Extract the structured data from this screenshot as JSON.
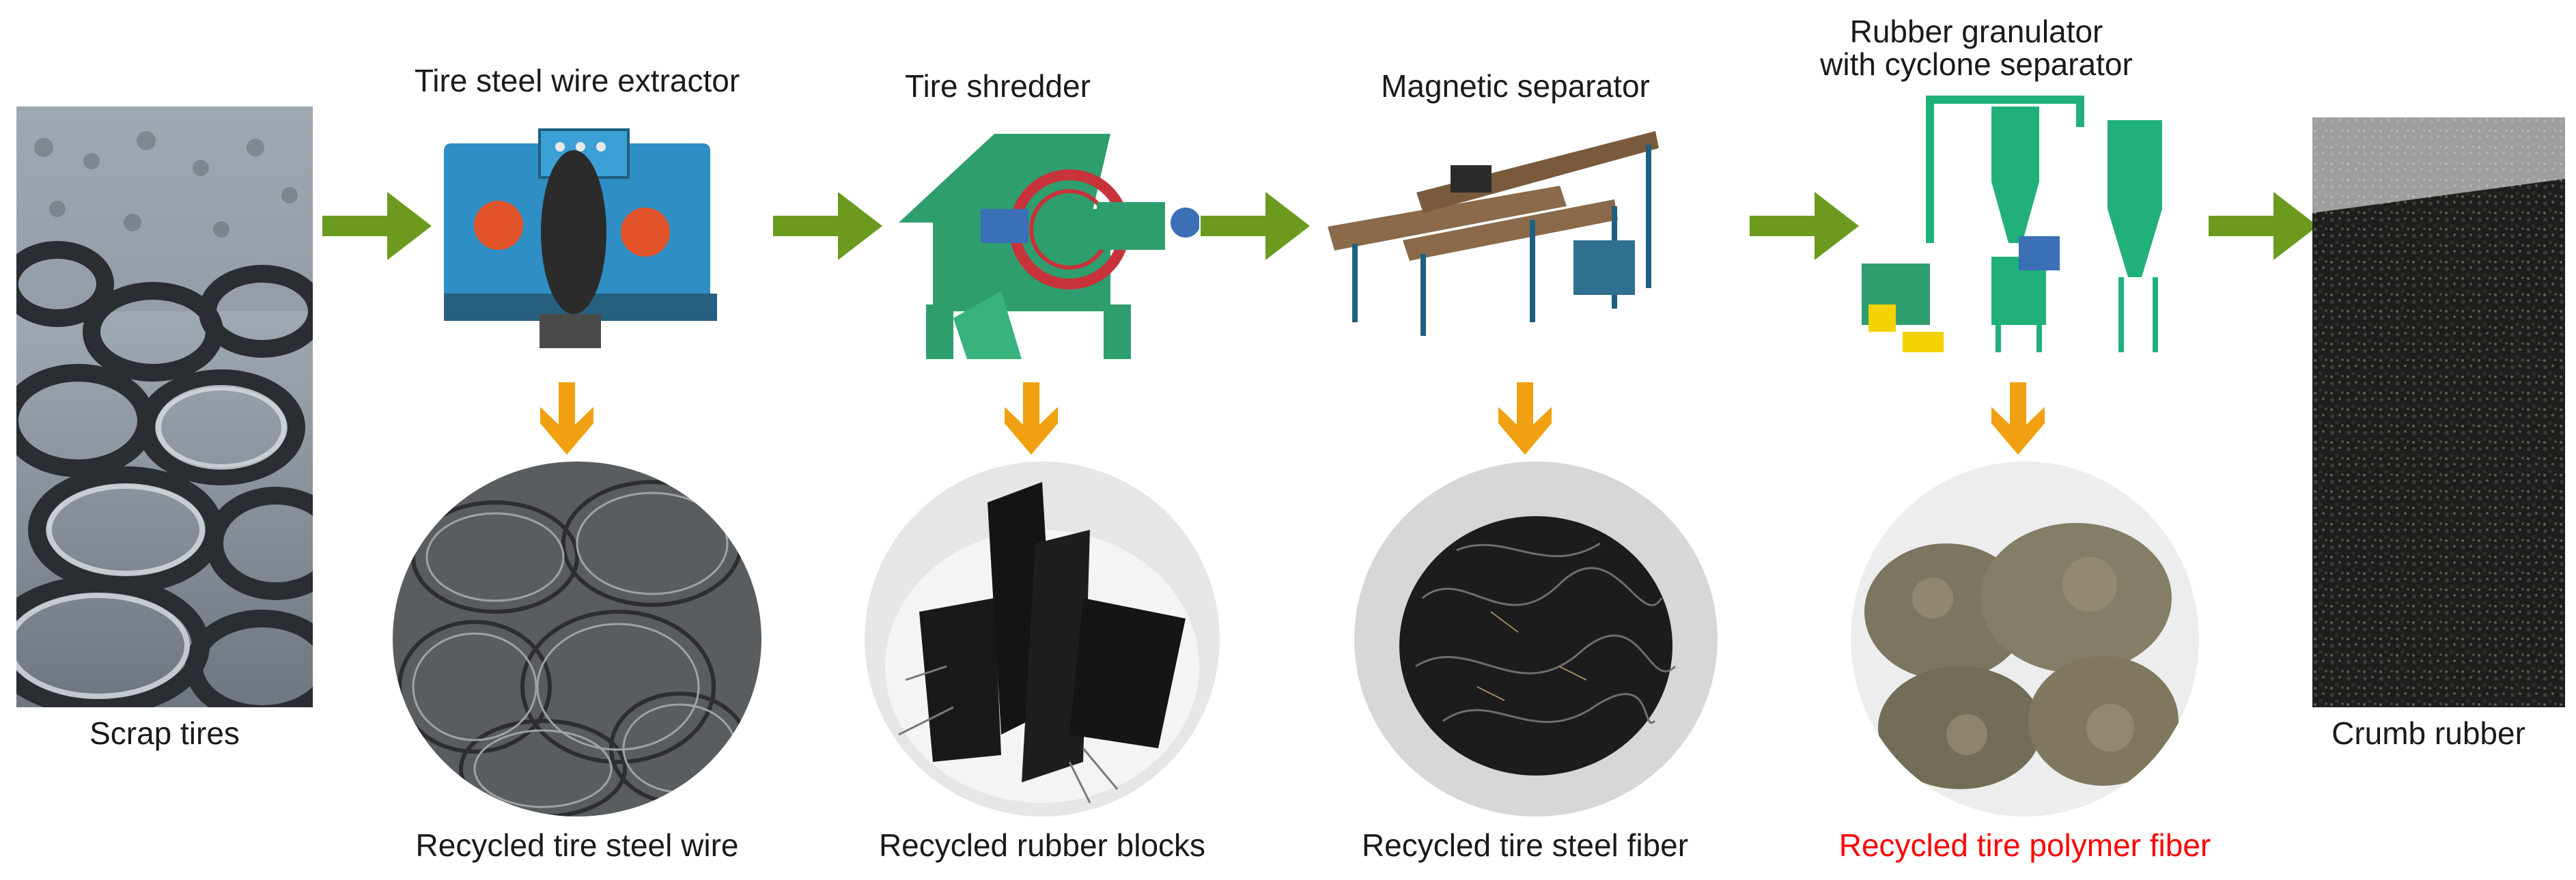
{
  "process": {
    "source": {
      "label": "Scrap tires"
    },
    "machines": [
      {
        "label": "Tire steel wire extractor",
        "color": "#2f8fc4"
      },
      {
        "label": "Tire shredder",
        "color": "#2f9e6e"
      },
      {
        "label": "Magnetic separator",
        "color": "#8a6a4a"
      },
      {
        "label_line1": "Rubber granulator",
        "label_line2": "with cyclone separator",
        "color": "#22b07a"
      }
    ],
    "byproducts": [
      {
        "label": "Recycled tire steel wire",
        "highlight": false
      },
      {
        "label": "Recycled rubber blocks",
        "highlight": false
      },
      {
        "label": "Recycled tire steel fiber",
        "highlight": false
      },
      {
        "label": "Recycled tire polymer fiber",
        "highlight": true
      }
    ],
    "output": {
      "label": "Crumb rubber"
    }
  },
  "colors": {
    "flow_arrow": "#6b9a1f",
    "byproduct_arrow": "#f0a010",
    "highlight_text": "#ff0000",
    "text": "#1a1a1a"
  },
  "icons": {
    "flow_arrow": "right-arrow-icon",
    "byproduct_arrow": "down-arrow-icon"
  }
}
